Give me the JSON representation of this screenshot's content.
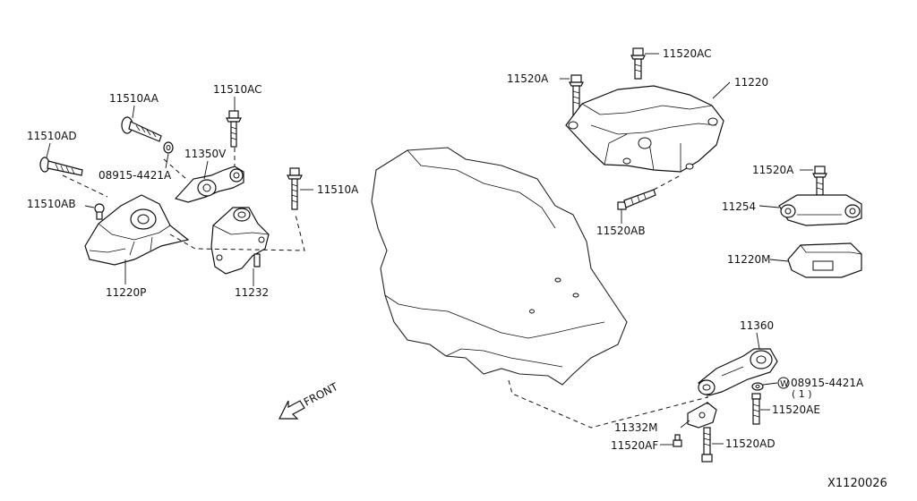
{
  "labels": {
    "p11510AA": "11510AA",
    "p11510AD": "11510AD",
    "p11510AC_left": "11510AC",
    "p11350V": "11350V",
    "p08915_left": "08915-4421A",
    "p11510AB": "11510AB",
    "p11510A": "11510A",
    "p11220P": "11220P",
    "p11232": "11232",
    "p11520A_top": "11520A",
    "p11520AC": "11520AC",
    "p11220": "11220",
    "p11520AB": "11520AB",
    "p11520A_right": "11520A",
    "p11254": "11254",
    "p11220M": "11220M",
    "p11360": "11360",
    "p08915_right": "08915-4421A",
    "p08915_right_qty": "( 1 )",
    "washer_mark": "W",
    "p11520AE": "11520AE",
    "p11332M": "11332M",
    "p11520AF": "11520AF",
    "p11520AD": "11520AD"
  },
  "front_label": "FRONT",
  "diagram_id": "X1120026",
  "colors": {
    "line": "#111111",
    "background": "#ffffff"
  }
}
